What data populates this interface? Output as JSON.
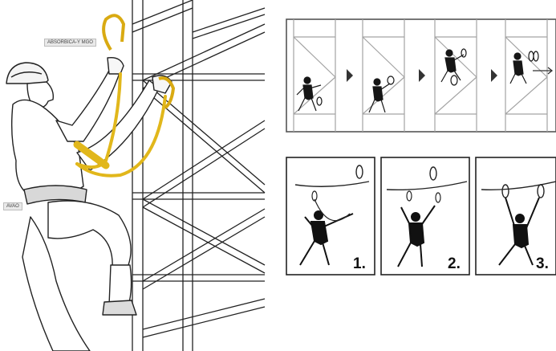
{
  "labels": {
    "lanyard_tag": "ABSORBICA-Y MGO",
    "harness_tag": "AVAO"
  },
  "sequence_panels": [
    {
      "number": "1."
    },
    {
      "number": "2."
    },
    {
      "number": "3."
    }
  ],
  "colors": {
    "lanyard": "#e1b71b",
    "frame": "#555555",
    "structure": "#9a9a9a",
    "ink": "#111111"
  }
}
